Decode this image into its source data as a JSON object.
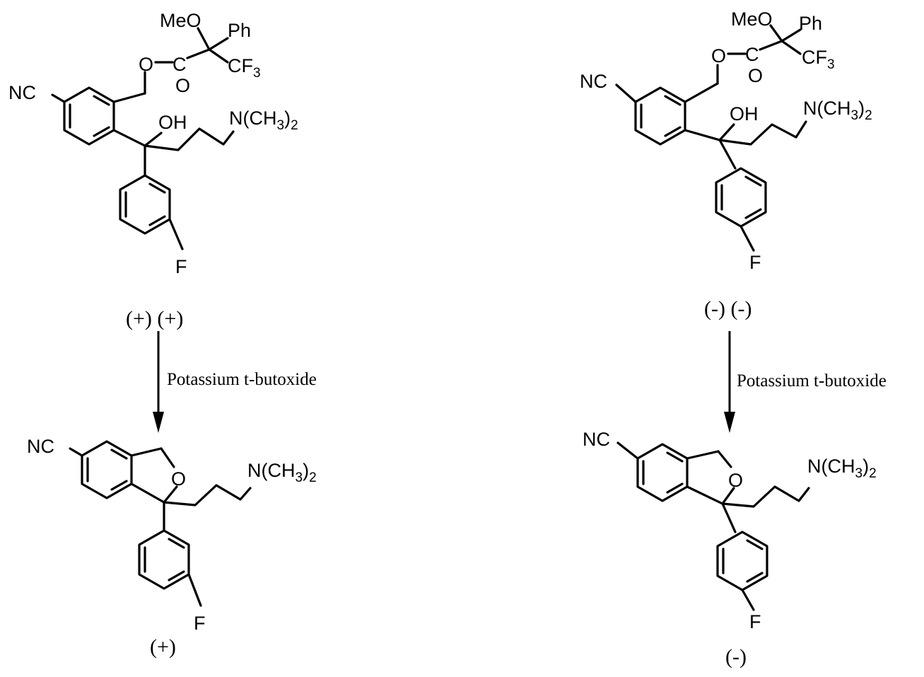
{
  "labels": {
    "nitrile": "NC",
    "methoxy": "MeO",
    "phenyl": "Ph",
    "trifluoro": "CF",
    "trifluoro_sub": "3",
    "ester_o": "O",
    "carbonyl_c": "C",
    "carbonyl_o": "O",
    "hydroxyl": "OH",
    "amine_main": "N(CH",
    "amine_sub": "3",
    "amine_close": ")",
    "amine_sub2": "2",
    "ring_o": "O",
    "fluoro": "F"
  },
  "stereo": {
    "left_start": "(+)",
    "left_start_2": "(+)",
    "right_start": "(-)",
    "right_start_2": "(-)",
    "left_product": "(+)",
    "right_product": "(-)"
  },
  "reagent": {
    "left": "Potassium t-butoxide",
    "right": "Potassium t-butoxide"
  }
}
